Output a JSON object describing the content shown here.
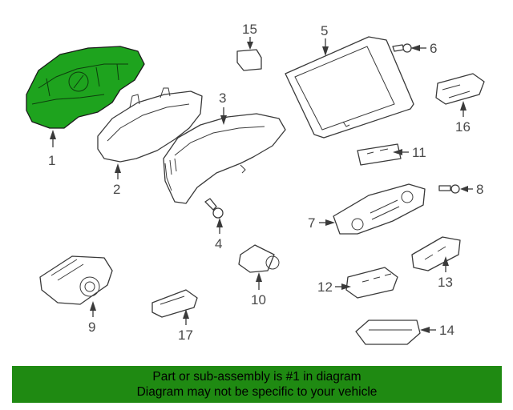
{
  "diagram": {
    "callouts": [
      {
        "id": "1",
        "label": "1",
        "highlighted": true
      },
      {
        "id": "2",
        "label": "2"
      },
      {
        "id": "3",
        "label": "3"
      },
      {
        "id": "4",
        "label": "4"
      },
      {
        "id": "5",
        "label": "5"
      },
      {
        "id": "6",
        "label": "6"
      },
      {
        "id": "7",
        "label": "7"
      },
      {
        "id": "8",
        "label": "8"
      },
      {
        "id": "9",
        "label": "9"
      },
      {
        "id": "10",
        "label": "10"
      },
      {
        "id": "11",
        "label": "11"
      },
      {
        "id": "12",
        "label": "12"
      },
      {
        "id": "13",
        "label": "13"
      },
      {
        "id": "14",
        "label": "14"
      },
      {
        "id": "15",
        "label": "15"
      },
      {
        "id": "16",
        "label": "16"
      },
      {
        "id": "17",
        "label": "17"
      }
    ],
    "highlight_color": "#1ea31e"
  },
  "banner": {
    "line1": "Part or sub-assembly is #1 in diagram",
    "line2": "Diagram may not be specific to your vehicle",
    "background": "#1f8a12"
  }
}
